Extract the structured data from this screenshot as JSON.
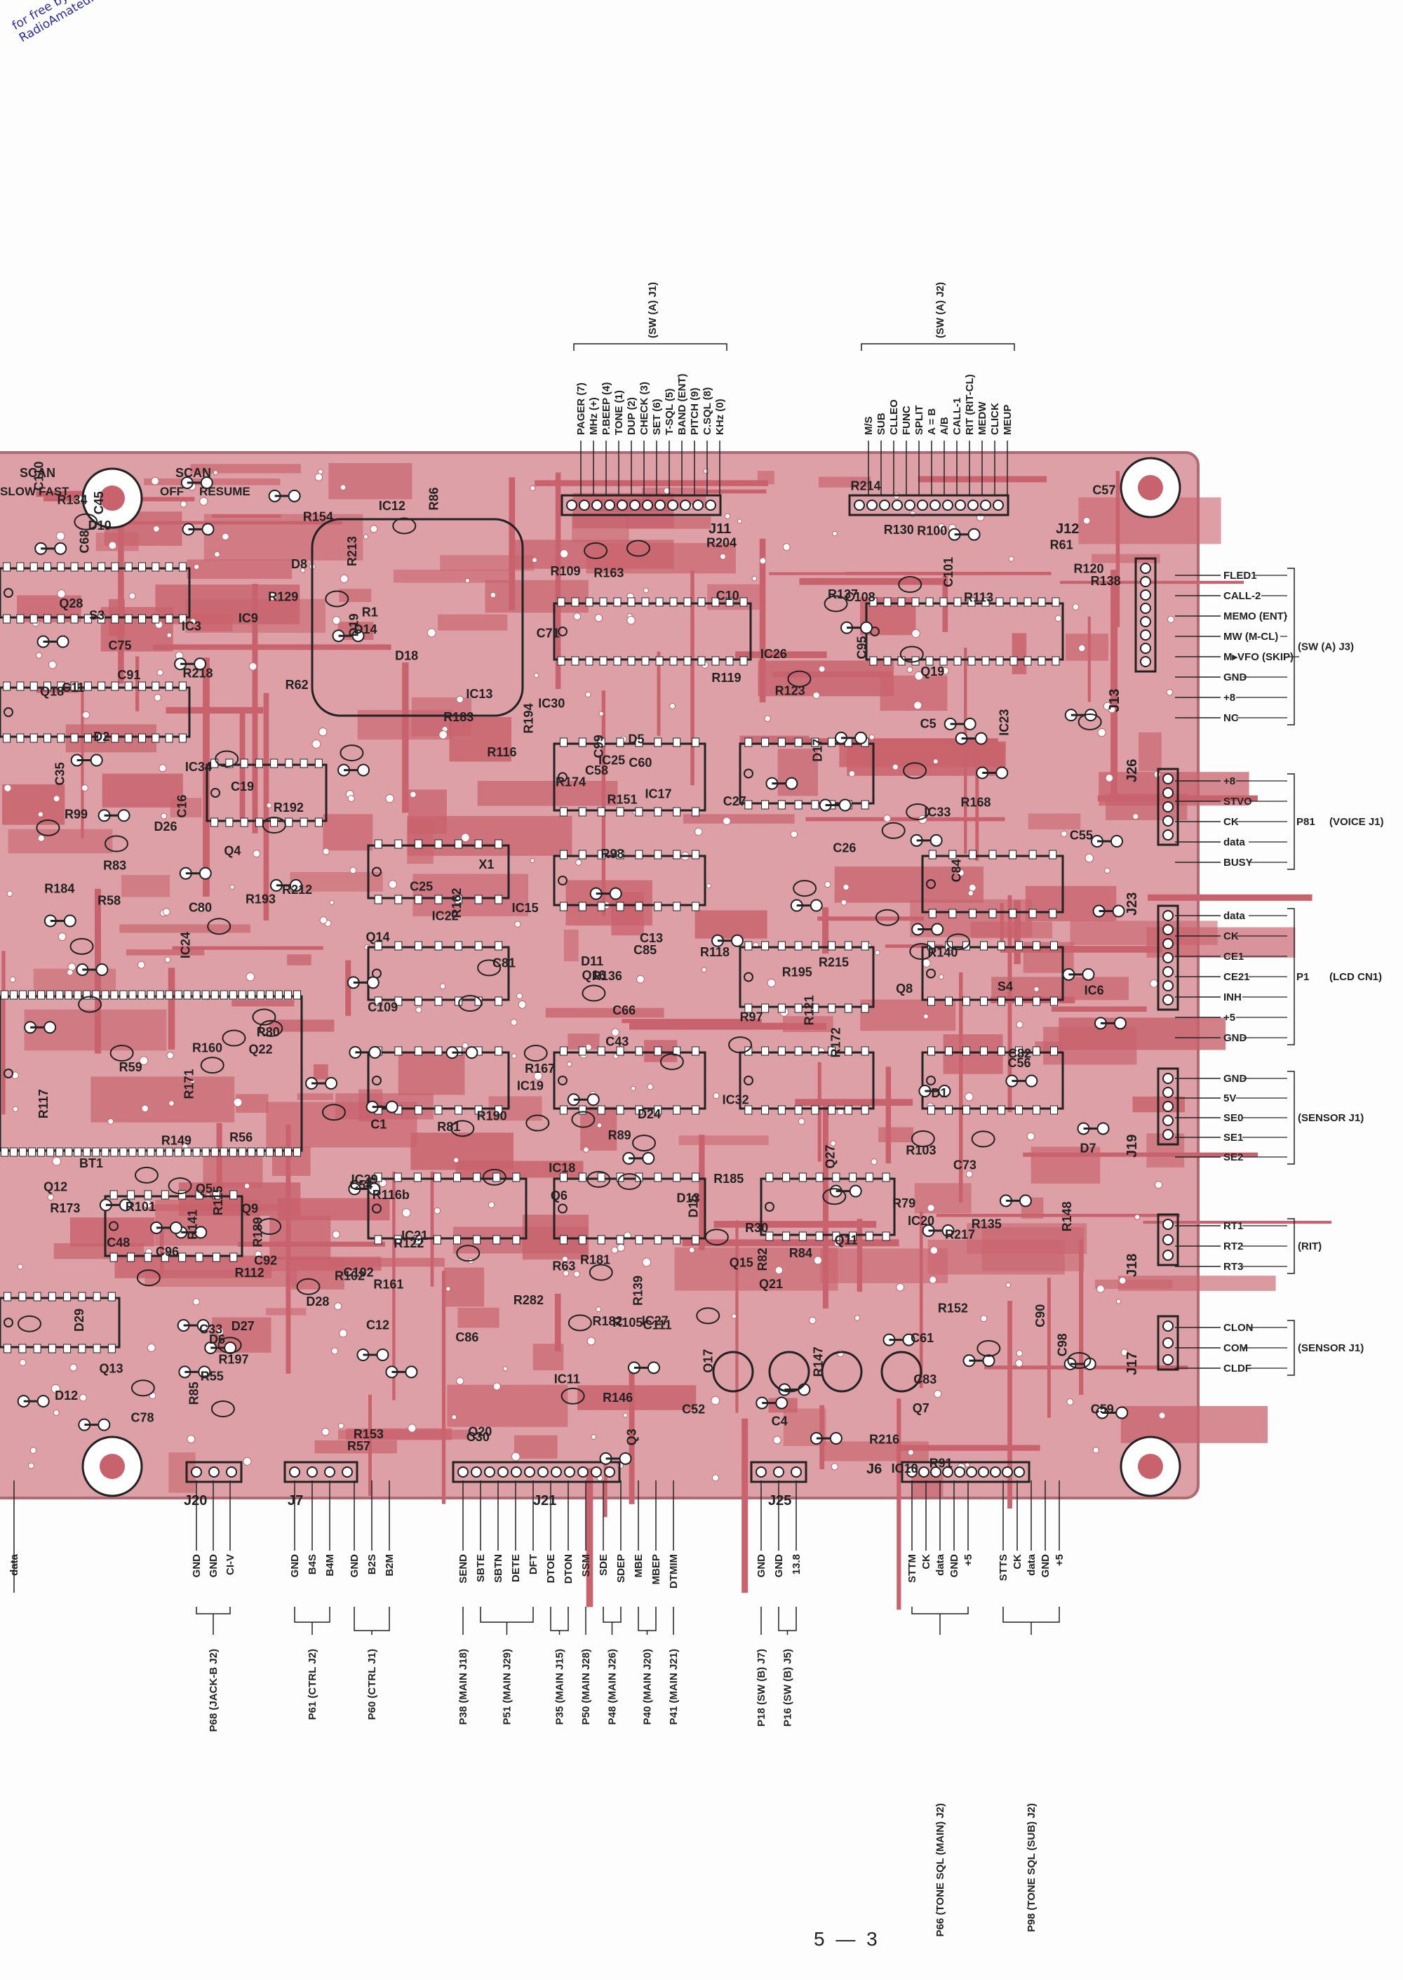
{
  "watermark": {
    "line1": "for free by",
    "line2": "RadioAmateur.eu"
  },
  "page_number": "5 — 3",
  "top_groups": [
    {
      "name": "(SW (A) J1)",
      "pins": [
        "PAGER (7)",
        "MHz (+)",
        "P.BEEP (4)",
        "TONE (1)",
        "DUP (2)",
        "CHECK (3)",
        "SET (6)",
        "T-SQL (5)",
        "BAND (ENT)",
        "PITCH (9)",
        "C.SQL (8)",
        "KHz (0)"
      ]
    },
    {
      "name": "(SW (A) J2)",
      "pins": [
        "M/S",
        "SUB",
        "CLLEO",
        "FUNC",
        "SPLIT",
        "A = B",
        "A/B",
        "CALL-1",
        "RIT (RIT-CL)",
        "MEDW",
        "CLICK",
        "MEUP"
      ]
    }
  ],
  "right_groups": [
    {
      "name": "(SW (A) J3)",
      "prefix": "",
      "pins": [
        "FLED1",
        "CALL-2",
        "MEMO (ENT)",
        "MW (M-CL)",
        "M▸VFO (SKIP)",
        "GND",
        "+8",
        "NC"
      ]
    },
    {
      "name": "(VOICE J1)",
      "prefix": "P81",
      "pins": [
        "+8",
        "STVO",
        "CK",
        "data",
        "BUSY"
      ]
    },
    {
      "name": "(LCD CN1)",
      "prefix": "P1",
      "pins": [
        "data",
        "CK",
        "CE1",
        "CE21",
        "INH",
        "+5",
        "GND"
      ]
    },
    {
      "name": "(SENSOR J1)",
      "prefix": "",
      "pins": [
        "GND",
        "5V",
        "SE0",
        "SE1",
        "SE2"
      ]
    },
    {
      "name": "(RIT)",
      "prefix": "",
      "pins": [
        "RT1",
        "RT2",
        "RT3"
      ]
    },
    {
      "name": "(SENSOR J1)",
      "prefix": "",
      "pins": [
        "CLON",
        "COM",
        "CLDF"
      ]
    }
  ],
  "bottom_groups": [
    {
      "name": "P68 (JACK-B J2)",
      "pins": [
        "GND",
        "GND",
        "CI-V"
      ]
    },
    {
      "name": "P61 (CTRL J2)",
      "pins": [
        "GND",
        "B4S",
        "B4M"
      ]
    },
    {
      "name": "P60 (CTRL J1)",
      "pins": [
        "GND",
        "B2S",
        "B2M"
      ]
    },
    {
      "name": "P38 (MAIN J18)",
      "pins": [
        "SEND"
      ]
    },
    {
      "name": "P51 (MAIN J29)",
      "pins": [
        "SBTE",
        "SBTN",
        "DETE",
        "DFT"
      ]
    },
    {
      "name": "P35 (MAIN J15)",
      "pins": [
        "DTOE",
        "DTON"
      ]
    },
    {
      "name": "P50 (MAIN J28)",
      "pins": [
        "SSM"
      ]
    },
    {
      "name": "P48 (MAIN J26)",
      "pins": [
        "SDE",
        "SDEP"
      ]
    },
    {
      "name": "P40 (MAIN J20)",
      "pins": [
        "MBE",
        "MBEP"
      ]
    },
    {
      "name": "P41 (MAIN J21)",
      "pins": [
        "DTMIM"
      ]
    },
    {
      "name": "P18 (SW (B) J7)",
      "pins": [
        "GND"
      ]
    },
    {
      "name": "P16 (SW (B) J5)",
      "pins": [
        "GND",
        "13.8"
      ]
    },
    {
      "name": "P66 (TONE SQL (MAIN) J2)",
      "pins": [
        "STTM",
        "CK",
        "data",
        "GND",
        "+5"
      ]
    },
    {
      "name": "P98 (TONE SQL (SUB) J2)",
      "pins": [
        "STTS",
        "CK",
        "data",
        "GND",
        "+5"
      ]
    }
  ],
  "left_bottom_pin": "data",
  "switch_labels": {
    "s3_title": "SCAN",
    "s3_left": "SLOW",
    "s3_right": "FAST",
    "s4_title": "SCAN",
    "s4_left": "OFF",
    "s4_right": "RESUME"
  },
  "connectors": [
    "J11",
    "J12",
    "J13",
    "J26",
    "J23",
    "J19",
    "J18",
    "J17",
    "J21",
    "J20",
    "J7",
    "J25",
    "J6"
  ],
  "ic_labels": [
    {
      "t": "IC3"
    },
    {
      "t": "S3"
    },
    {
      "t": "S4"
    },
    {
      "t": "BT1"
    },
    {
      "t": "R120"
    },
    {
      "t": "Q28"
    },
    {
      "t": "R123"
    },
    {
      "t": "R122"
    },
    {
      "t": "IC13"
    },
    {
      "t": "R153"
    },
    {
      "t": "IC15"
    },
    {
      "t": "R154"
    },
    {
      "t": "R218"
    },
    {
      "t": "R151"
    },
    {
      "t": "R152"
    },
    {
      "t": "C71"
    },
    {
      "t": "C73"
    },
    {
      "t": "C86"
    },
    {
      "t": "R163"
    },
    {
      "t": "Q15"
    },
    {
      "t": "Q4"
    },
    {
      "t": "D5"
    },
    {
      "t": "D6"
    },
    {
      "t": "IC19"
    },
    {
      "t": "C83"
    },
    {
      "t": "IC26"
    },
    {
      "t": "R282"
    },
    {
      "t": "C60"
    },
    {
      "t": "Q20"
    },
    {
      "t": "R116"
    },
    {
      "t": "R117"
    },
    {
      "t": "R118"
    },
    {
      "t": "R119"
    },
    {
      "t": "IC30"
    },
    {
      "t": "Q3"
    },
    {
      "t": "C12"
    },
    {
      "t": "IC34"
    },
    {
      "t": "IC18"
    },
    {
      "t": "R215"
    },
    {
      "t": "R213"
    },
    {
      "t": "Q17"
    },
    {
      "t": "D26"
    },
    {
      "t": "D27"
    },
    {
      "t": "D28"
    },
    {
      "t": "Q27"
    },
    {
      "t": "D29"
    },
    {
      "t": "D15"
    },
    {
      "t": "R217"
    },
    {
      "t": "C16"
    },
    {
      "t": "C98"
    },
    {
      "t": "Q21"
    },
    {
      "t": "R121"
    },
    {
      "t": "R136"
    },
    {
      "t": "R109"
    },
    {
      "t": "R173"
    },
    {
      "t": "IC27"
    },
    {
      "t": "R182"
    },
    {
      "t": "D19"
    },
    {
      "t": "D18"
    },
    {
      "t": "R99"
    },
    {
      "t": "R100"
    },
    {
      "t": "R101"
    },
    {
      "t": "R102"
    },
    {
      "t": "R103"
    },
    {
      "t": "C48"
    },
    {
      "t": "Q16"
    },
    {
      "t": "IC25"
    },
    {
      "t": "C66"
    },
    {
      "t": "D7"
    },
    {
      "t": "R129"
    },
    {
      "t": "D17"
    },
    {
      "t": "C82"
    },
    {
      "t": "C80"
    },
    {
      "t": "IC23"
    },
    {
      "t": "C13"
    },
    {
      "t": "C85"
    },
    {
      "t": "IC29"
    },
    {
      "t": "Q22"
    },
    {
      "t": "R195"
    },
    {
      "t": "R197"
    },
    {
      "t": "C75"
    },
    {
      "t": "IC20"
    },
    {
      "t": "R130"
    },
    {
      "t": "C81"
    },
    {
      "t": "IC24"
    },
    {
      "t": "IC22"
    },
    {
      "t": "R181"
    },
    {
      "t": "C59"
    },
    {
      "t": "C19"
    },
    {
      "t": "IC17"
    },
    {
      "t": "R98"
    },
    {
      "t": "IC11"
    },
    {
      "t": "R168"
    },
    {
      "t": "D10"
    },
    {
      "t": "D11"
    },
    {
      "t": "R204"
    },
    {
      "t": "Q19"
    },
    {
      "t": "C58"
    },
    {
      "t": "C96"
    },
    {
      "t": "C68"
    },
    {
      "t": "R172"
    },
    {
      "t": "D13"
    },
    {
      "t": "D12"
    },
    {
      "t": "R167"
    },
    {
      "t": "D14"
    },
    {
      "t": "C57"
    },
    {
      "t": "C56"
    },
    {
      "t": "R174"
    },
    {
      "t": "R160"
    },
    {
      "t": "R161"
    },
    {
      "t": "R162"
    },
    {
      "t": "C61"
    },
    {
      "t": "IC6"
    },
    {
      "t": "C102"
    },
    {
      "t": "IC9"
    },
    {
      "t": "C78"
    },
    {
      "t": "R190"
    },
    {
      "t": "D24"
    },
    {
      "t": "C55"
    },
    {
      "t": "Q18"
    },
    {
      "t": "R171"
    },
    {
      "t": "IC10"
    },
    {
      "t": "IC21"
    },
    {
      "t": "R192"
    },
    {
      "t": "R113"
    },
    {
      "t": "R97"
    },
    {
      "t": "R134"
    },
    {
      "t": "C30"
    },
    {
      "t": "R112"
    },
    {
      "t": "Q7"
    },
    {
      "t": "R82"
    },
    {
      "t": "C92"
    },
    {
      "t": "IC33"
    },
    {
      "t": "C90"
    },
    {
      "t": "R148"
    },
    {
      "t": "Q14"
    },
    {
      "t": "X1"
    },
    {
      "t": "C4"
    },
    {
      "t": "C43"
    },
    {
      "t": "R81"
    },
    {
      "t": "IC32"
    },
    {
      "t": "R147"
    },
    {
      "t": "Q13"
    },
    {
      "t": "C45"
    },
    {
      "t": "Q5"
    },
    {
      "t": "C26"
    },
    {
      "t": "R212"
    },
    {
      "t": "D2"
    },
    {
      "t": "C27"
    },
    {
      "t": "R86"
    },
    {
      "t": "R84"
    },
    {
      "t": "C110"
    },
    {
      "t": "C108"
    },
    {
      "t": "C109"
    },
    {
      "t": "R149"
    },
    {
      "t": "C52"
    },
    {
      "t": "R141"
    },
    {
      "t": "R80"
    },
    {
      "t": "R115"
    },
    {
      "t": "Q6"
    },
    {
      "t": "R146"
    },
    {
      "t": "Q11"
    },
    {
      "t": "R89"
    },
    {
      "t": "IC12"
    },
    {
      "t": "C99"
    },
    {
      "t": "R139"
    },
    {
      "t": "C101"
    },
    {
      "t": "Q8"
    },
    {
      "t": "R140"
    },
    {
      "t": "C25"
    },
    {
      "t": "R79"
    },
    {
      "t": "C111"
    },
    {
      "t": "C91"
    },
    {
      "t": "C95"
    },
    {
      "t": "C11"
    },
    {
      "t": "C54"
    },
    {
      "t": "R138"
    },
    {
      "t": "R63"
    },
    {
      "t": "R62"
    },
    {
      "t": "R30"
    },
    {
      "t": "C33"
    },
    {
      "t": "R85"
    },
    {
      "t": "R83"
    },
    {
      "t": "C1"
    },
    {
      "t": "R1"
    },
    {
      "t": "R194"
    },
    {
      "t": "R193"
    },
    {
      "t": "R61"
    },
    {
      "t": "R59"
    },
    {
      "t": "R58"
    },
    {
      "t": "R57"
    },
    {
      "t": "R56"
    },
    {
      "t": "R55"
    },
    {
      "t": "C10"
    },
    {
      "t": "Q12"
    },
    {
      "t": "R137"
    },
    {
      "t": "Q9"
    },
    {
      "t": "R91"
    },
    {
      "t": "C35"
    },
    {
      "t": "D8"
    },
    {
      "t": "R135"
    },
    {
      "t": "R116b"
    },
    {
      "t": "R184"
    },
    {
      "t": "R183"
    },
    {
      "t": "D1"
    },
    {
      "t": "R216"
    },
    {
      "t": "R185"
    },
    {
      "t": "C5"
    },
    {
      "t": "R214"
    },
    {
      "t": "C84"
    },
    {
      "t": "R105"
    },
    {
      "t": "R189"
    }
  ],
  "colors": {
    "board": "#dda0a6",
    "trace": "#c8626c",
    "pad": "#ffffff",
    "outline": "#222222"
  }
}
